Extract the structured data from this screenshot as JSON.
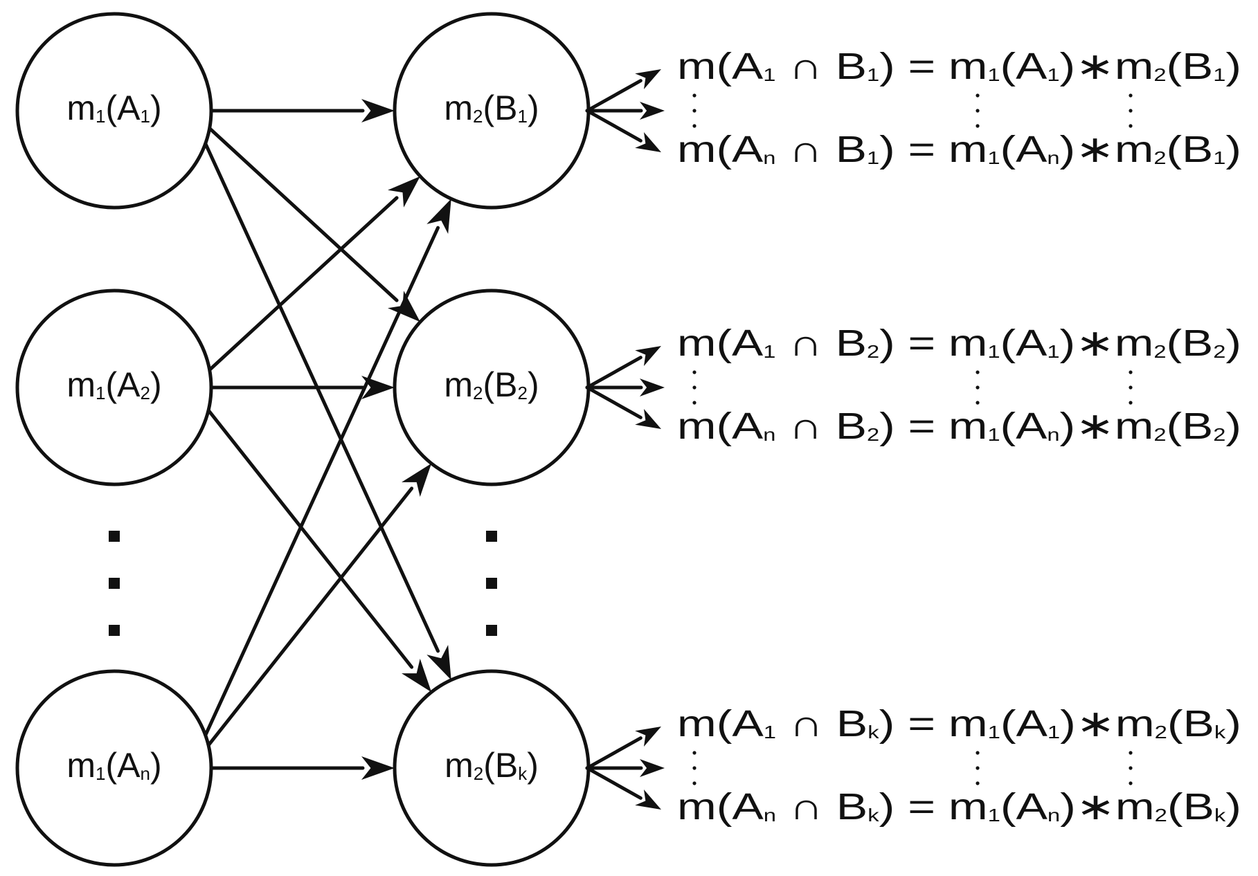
{
  "colors": {
    "stroke": "#111111",
    "background": "#ffffff"
  },
  "left_nodes": [
    {
      "id": "a1",
      "prefix": "m",
      "prefix_sub": "1",
      "open": "(A",
      "sub": "1",
      "close": ")"
    },
    {
      "id": "a2",
      "prefix": "m",
      "prefix_sub": "1",
      "open": "(A",
      "sub": "2",
      "close": ")"
    },
    {
      "id": "an",
      "prefix": "m",
      "prefix_sub": "1",
      "open": "(A",
      "sub": "n",
      "close": ")"
    }
  ],
  "right_nodes": [
    {
      "id": "b1",
      "prefix": "m",
      "prefix_sub": "2",
      "open": "(B",
      "sub": "1",
      "close": ")"
    },
    {
      "id": "b2",
      "prefix": "m",
      "prefix_sub": "2",
      "open": "(B",
      "sub": "2",
      "close": ")"
    },
    {
      "id": "bk",
      "prefix": "m",
      "prefix_sub": "2",
      "open": "(B",
      "sub": "k",
      "close": ")"
    }
  ],
  "ellipsis_columns": [
    "left",
    "right"
  ],
  "edges": [
    [
      "a1",
      "b1"
    ],
    [
      "a1",
      "b2"
    ],
    [
      "a1",
      "bk"
    ],
    [
      "a2",
      "b1"
    ],
    [
      "a2",
      "b2"
    ],
    [
      "a2",
      "bk"
    ],
    [
      "an",
      "b1"
    ],
    [
      "an",
      "b2"
    ],
    [
      "an",
      "bk"
    ]
  ],
  "equation_groups": [
    {
      "node": "b1",
      "lines": [
        [
          {
            "t": "m(A"
          },
          {
            "s": "1"
          },
          {
            "t": " ∩ B"
          },
          {
            "s": "1"
          },
          {
            "t": ") = m"
          },
          {
            "s": "1"
          },
          {
            "t": "(A"
          },
          {
            "s": "1"
          },
          {
            "t": ")∗m"
          },
          {
            "s": "2"
          },
          {
            "t": "(B"
          },
          {
            "s": "1"
          },
          {
            "t": ")"
          }
        ],
        [
          {
            "t": "m(A"
          },
          {
            "s": "n"
          },
          {
            "t": " ∩ B"
          },
          {
            "s": "1"
          },
          {
            "t": ") = m"
          },
          {
            "s": "1"
          },
          {
            "t": "(A"
          },
          {
            "s": "n"
          },
          {
            "t": ")∗m"
          },
          {
            "s": "2"
          },
          {
            "t": "(B"
          },
          {
            "s": "1"
          },
          {
            "t": ")"
          }
        ]
      ]
    },
    {
      "node": "b2",
      "lines": [
        [
          {
            "t": "m(A"
          },
          {
            "s": "1"
          },
          {
            "t": " ∩ B"
          },
          {
            "s": "2"
          },
          {
            "t": ") = m"
          },
          {
            "s": "1"
          },
          {
            "t": "(A"
          },
          {
            "s": "1"
          },
          {
            "t": ")∗m"
          },
          {
            "s": "2"
          },
          {
            "t": "(B"
          },
          {
            "s": "2"
          },
          {
            "t": ")"
          }
        ],
        [
          {
            "t": "m(A"
          },
          {
            "s": "n"
          },
          {
            "t": " ∩ B"
          },
          {
            "s": "2"
          },
          {
            "t": ") = m"
          },
          {
            "s": "1"
          },
          {
            "t": "(A"
          },
          {
            "s": "n"
          },
          {
            "t": ")∗m"
          },
          {
            "s": "2"
          },
          {
            "t": "(B"
          },
          {
            "s": "2"
          },
          {
            "t": ")"
          }
        ]
      ]
    },
    {
      "node": "bk",
      "lines": [
        [
          {
            "t": "m(A"
          },
          {
            "s": "1"
          },
          {
            "t": " ∩ B"
          },
          {
            "s": "k"
          },
          {
            "t": ") = m"
          },
          {
            "s": "1"
          },
          {
            "t": "(A"
          },
          {
            "s": "1"
          },
          {
            "t": ")∗m"
          },
          {
            "s": "2"
          },
          {
            "t": "(B"
          },
          {
            "s": "k"
          },
          {
            "t": ")"
          }
        ],
        [
          {
            "t": "m(A"
          },
          {
            "s": "n"
          },
          {
            "t": " ∩ B"
          },
          {
            "s": "k"
          },
          {
            "t": ") = m"
          },
          {
            "s": "1"
          },
          {
            "t": "(A"
          },
          {
            "s": "n"
          },
          {
            "t": ")∗m"
          },
          {
            "s": "2"
          },
          {
            "t": "(B"
          },
          {
            "s": "k"
          },
          {
            "t": ")"
          }
        ]
      ]
    }
  ]
}
